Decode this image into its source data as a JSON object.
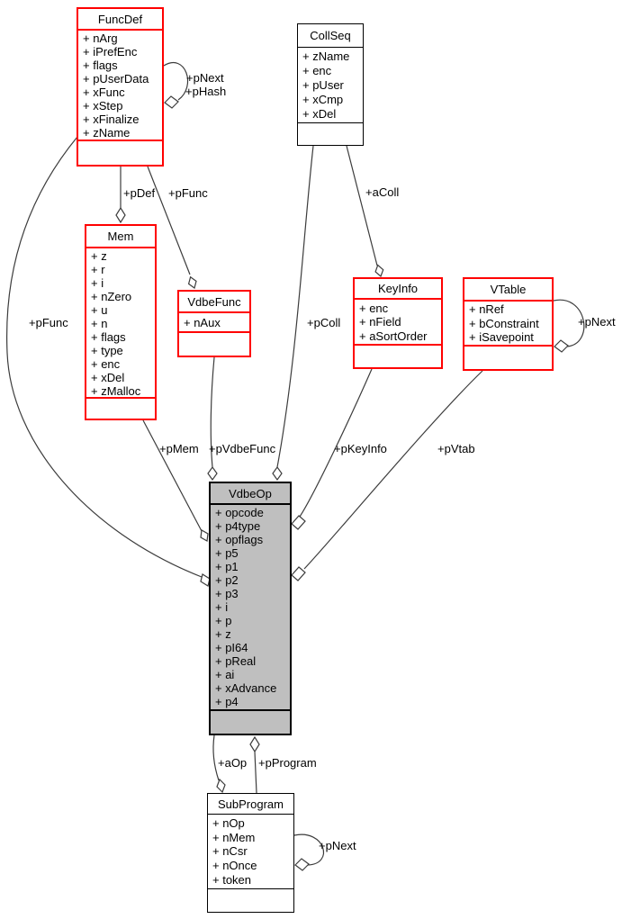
{
  "classes": {
    "funcdef": {
      "title": "FuncDef",
      "fields": [
        "+ nArg",
        "+ iPrefEnc",
        "+ flags",
        "+ pUserData",
        "+ xFunc",
        "+ xStep",
        "+ xFinalize",
        "+ zName"
      ]
    },
    "collseq": {
      "title": "CollSeq",
      "fields": [
        "+ zName",
        "+ enc",
        "+ pUser",
        "+ xCmp",
        "+ xDel"
      ]
    },
    "mem": {
      "title": "Mem",
      "fields": [
        "+ z",
        "+ r",
        "+ i",
        "+ nZero",
        "+ u",
        "+ n",
        "+ flags",
        "+ type",
        "+ enc",
        "+ xDel",
        "+ zMalloc"
      ]
    },
    "vdbefunc": {
      "title": "VdbeFunc",
      "fields": [
        "+ nAux"
      ]
    },
    "keyinfo": {
      "title": "KeyInfo",
      "fields": [
        "+ enc",
        "+ nField",
        "+ aSortOrder"
      ]
    },
    "vtable": {
      "title": "VTable",
      "fields": [
        "+ nRef",
        "+ bConstraint",
        "+ iSavepoint"
      ]
    },
    "vdbeop": {
      "title": "VdbeOp",
      "fields": [
        "+ opcode",
        "+ p4type",
        "+ opflags",
        "+ p5",
        "+ p1",
        "+ p2",
        "+ p3",
        "+ i",
        "+ p",
        "+ z",
        "+ pI64",
        "+ pReal",
        "+ ai",
        "+ xAdvance",
        "+ p4"
      ]
    },
    "subprogram": {
      "title": "SubProgram",
      "fields": [
        "+ nOp",
        "+ nMem",
        "+ nCsr",
        "+ nOnce",
        "+ token"
      ]
    }
  },
  "edge_labels": {
    "funcdef_loop_pnext": "+pNext",
    "funcdef_loop_phash": "+pHash",
    "pdef": "+pDef",
    "pfunc_to_vdbefunc": "+pFunc",
    "acoll": "+aColl",
    "pfunc_to_vdbeop": "+pFunc",
    "pcoll": "+pColl",
    "pmem": "+pMem",
    "pvdbefunc": "+pVdbeFunc",
    "pkeyinfo": "+pKeyInfo",
    "pvtab": "+pVtab",
    "aop": "+aOp",
    "pprogram": "+pProgram",
    "vtable_loop_pnext": "+pNext",
    "subprogram_loop_pnext": "+pNext"
  },
  "colors": {
    "truncated_node_border": "#ff0000",
    "node_border": "#000000",
    "focus_node_fill": "#bfbfbf",
    "node_fill": "#ffffff",
    "edge": "#3c3c3c",
    "background": "#ffffff",
    "text": "#000000"
  }
}
